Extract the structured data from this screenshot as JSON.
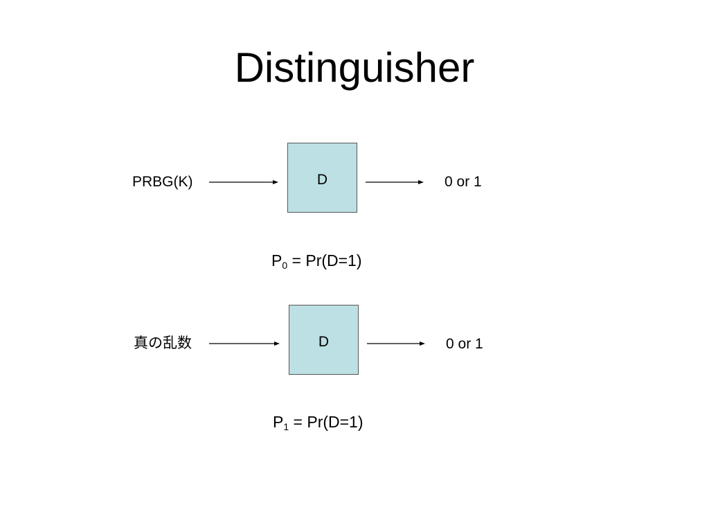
{
  "slide": {
    "title": "Distinguisher"
  },
  "colors": {
    "box_fill": "#bde0e4",
    "box_border": "#555555",
    "arrow": "#000000"
  },
  "diagram_top": {
    "input_label": "PRBG(K)",
    "box_label": "D",
    "output_label": "0 or 1",
    "formula_prefix": "P",
    "formula_subscript": "0",
    "formula_rest": " = Pr(D=1)"
  },
  "diagram_bottom": {
    "input_label": "真の乱数",
    "box_label": "D",
    "output_label": "0 or 1",
    "formula_prefix": "P",
    "formula_subscript": "1",
    "formula_rest": " = Pr(D=1)"
  }
}
